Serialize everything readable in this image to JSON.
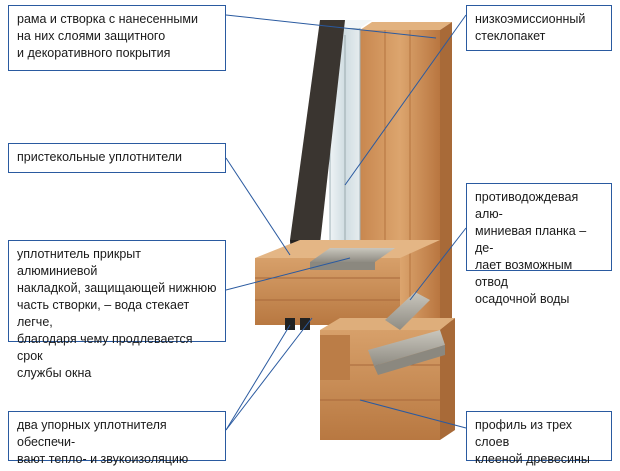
{
  "callouts": {
    "frame": "рама и створка с нанесенными\nна них слоями защитного\nи декоративного покрытия",
    "glass": "низкоэмиссионный\nстеклопакет",
    "seals": "пристекольные уплотнители",
    "cover": "уплотнитель прикрыт алюминиевой\nнакладкой, защищающей нижнюю\nчасть створки, – вода стекает легче,\nблагодаря чему продлевается срок\nслужбы окна",
    "drip": "противодождевая алю-\nминиевая планка – де-\nлает возможным отвод\nосадочной воды",
    "stops": "два упорных уплотнителя обеспечи-\nвают тепло- и звукоизоляцию",
    "laminated": "профиль из трех слоев\nклееной древесины"
  },
  "colors": {
    "callout_border": "#2a5aa0",
    "leader_line": "#2a5aa0",
    "wood_light": "#d9a06a",
    "wood_mid": "#c98a52",
    "wood_dark": "#a8683a",
    "glass": "#d7e2e6",
    "seal_foam": "#3a3530",
    "aluminum": "#a8a59b"
  }
}
